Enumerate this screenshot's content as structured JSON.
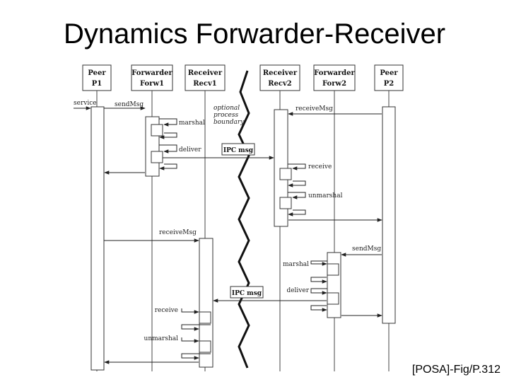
{
  "title": "Dynamics Forwarder-Receiver",
  "citation": "[POSA]-Fig/P.312",
  "participants": [
    {
      "name": "Peer",
      "id": "P1"
    },
    {
      "name": "Forwarder",
      "id": "Forw1"
    },
    {
      "name": "Receiver",
      "id": "Recv1"
    },
    {
      "name": "Receiver",
      "id": "Recv2"
    },
    {
      "name": "Forwarder",
      "id": "Forw2"
    },
    {
      "name": "Peer",
      "id": "P2"
    }
  ],
  "boundary_note": [
    "optional",
    "process",
    "boundary"
  ],
  "messages": {
    "service": "service",
    "send_msg_1": "sendMsg",
    "marshal_1": "marshal",
    "deliver_1": "deliver",
    "ipc_msg_1": "IPC msg",
    "receive_msg_2": "receiveMsg",
    "receive_2": "receive",
    "unmarshal_2": "unmarshal",
    "receive_msg_1": "receiveMsg",
    "send_msg_2": "sendMsg",
    "marshal_2": "marshal",
    "deliver_2": "deliver",
    "ipc_msg_2": "IPC msg",
    "receive_1": "receive",
    "unmarshal_1": "unmarshal"
  }
}
